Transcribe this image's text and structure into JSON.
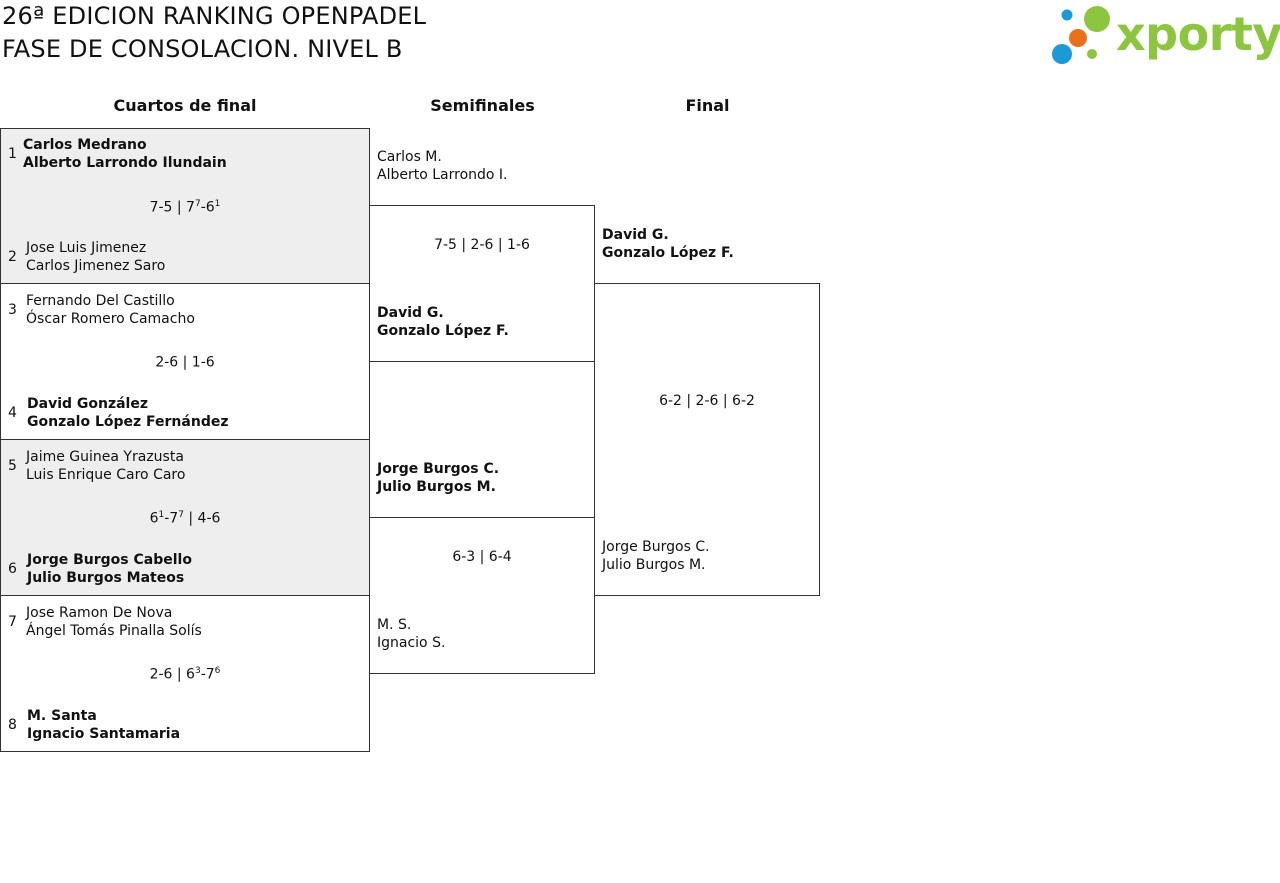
{
  "header": {
    "title_line1": "26ª EDICION RANKING OPENPADEL",
    "title_line2": "FASE DE CONSOLACION. NIVEL B",
    "logo_text": "xporty"
  },
  "colors": {
    "logo_green": "#8cc63f",
    "logo_blue": "#1a9ad6",
    "logo_orange": "#e8711a",
    "shade": "#eeeeee"
  },
  "rounds": {
    "quarterfinals": "Cuartos de final",
    "semifinals": "Semifinales",
    "final": "Final"
  },
  "quarterfinals": [
    {
      "a": {
        "seed": "1",
        "p1": "Carlos Medrano",
        "p2": "Alberto Larrondo Ilundain"
      },
      "b": {
        "seed": "2",
        "p1": "Jose Luis Jimenez",
        "p2": "Carlos Jimenez Saro"
      },
      "score": {
        "s1": "7-5 | 7",
        "sup1": "7",
        "s2": "-6",
        "sup2": "1",
        "s3": ""
      },
      "winner": "a"
    },
    {
      "a": {
        "seed": "3",
        "p1": "Fernando Del Castillo",
        "p2": "Óscar Romero Camacho"
      },
      "b": {
        "seed": "4",
        "p1": "David González",
        "p2": "Gonzalo López Fernández"
      },
      "score": {
        "s1": "2-6 | 1-6",
        "sup1": "",
        "s2": "",
        "sup2": "",
        "s3": ""
      },
      "winner": "b"
    },
    {
      "a": {
        "seed": "5",
        "p1": "Jaime Guinea Yrazusta",
        "p2": "Luis Enrique Caro Caro"
      },
      "b": {
        "seed": "6",
        "p1": "Jorge Burgos Cabello",
        "p2": "Julio Burgos Mateos"
      },
      "score": {
        "s1": "6",
        "sup1": "1",
        "s2": "-7",
        "sup2": "7",
        "s3": " | 4-6"
      },
      "winner": "b"
    },
    {
      "a": {
        "seed": "7",
        "p1": "Jose Ramon De Nova",
        "p2": "Ángel Tomás Pinalla Solís"
      },
      "b": {
        "seed": "8",
        "p1": "M. Santa",
        "p2": "Ignacio Santamaria"
      },
      "score": {
        "s1": "2-6 | 6",
        "sup1": "3",
        "s2": "-7",
        "sup2": "6",
        "s3": ""
      },
      "winner": "b"
    }
  ],
  "semifinals": [
    {
      "a": {
        "p1": "Carlos M.",
        "p2": "Alberto Larrondo I."
      },
      "b": {
        "p1": "David G.",
        "p2": "Gonzalo López F."
      },
      "score": "7-5 | 2-6 | 1-6",
      "winner": "b"
    },
    {
      "a": {
        "p1": "Jorge Burgos C.",
        "p2": "Julio Burgos M."
      },
      "b": {
        "p1": "M. S.",
        "p2": "Ignacio S."
      },
      "score": "6-3 | 6-4",
      "winner": "a"
    }
  ],
  "final": {
    "a": {
      "p1": "David G.",
      "p2": "Gonzalo López F."
    },
    "b": {
      "p1": "Jorge Burgos C.",
      "p2": "Julio Burgos M."
    },
    "score": "6-2 | 2-6 | 6-2",
    "winner": "a"
  }
}
